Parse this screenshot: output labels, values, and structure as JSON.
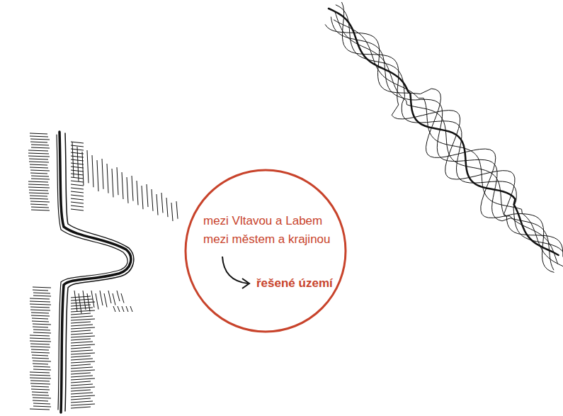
{
  "diagram": {
    "nodes": [
      {
        "text": [
          "mezi Vltavou a Labem",
          "mezi městem a krajinou",
          "řešené území"
        ]
      }
    ]
  }
}
